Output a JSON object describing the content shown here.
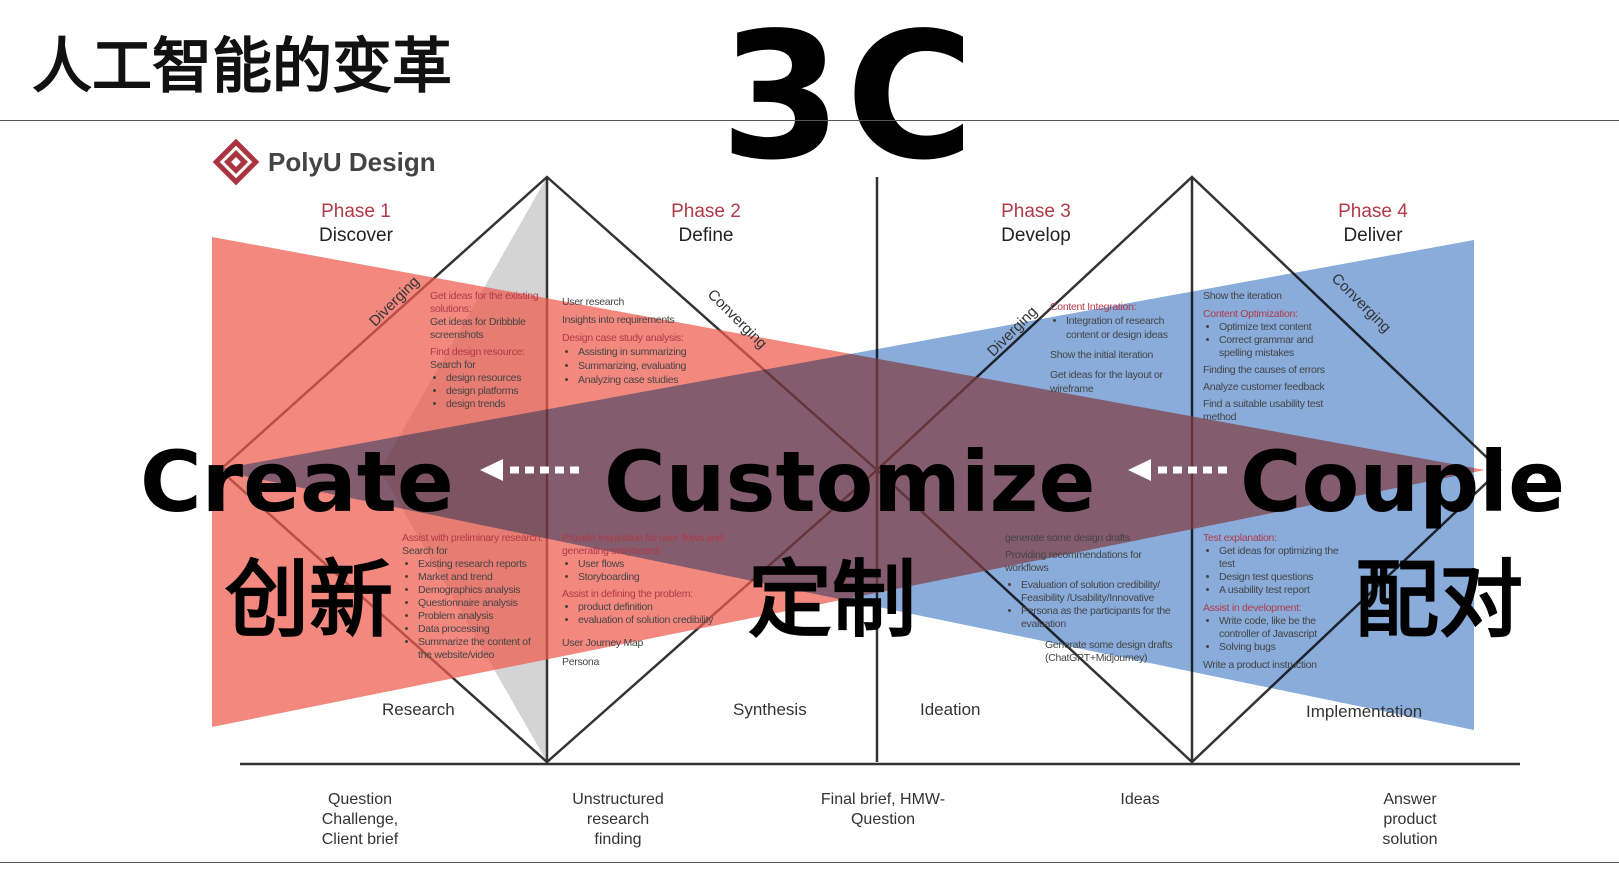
{
  "title": "人工智能的变革",
  "headline": "3C",
  "logo": "PolyU Design",
  "phases": [
    {
      "num": "Phase 1",
      "name": "Discover"
    },
    {
      "num": "Phase 2",
      "name": "Define"
    },
    {
      "num": "Phase 3",
      "name": "Develop"
    },
    {
      "num": "Phase 4",
      "name": "Deliver"
    }
  ],
  "diag_labels": {
    "d1": "Diverging",
    "c1": "Converging",
    "d2": "Diverging",
    "c2": "Converging"
  },
  "stages": [
    "Research",
    "Synthesis",
    "Ideation",
    "Implementation"
  ],
  "bottom": [
    "Question Challenge, Client brief",
    "Unstructured research finding",
    "Final brief, HMW-Question",
    "Ideas",
    "Answer product solution"
  ],
  "col1": {
    "h1": "Get ideas for the existing solutions:",
    "t1": "Get ideas for Dribbble screenshots",
    "h2": "Find design resource:",
    "t2": "Search for",
    "l2": [
      "design resources",
      "design platforms",
      "design trends"
    ],
    "h3": "Assist with preliminary research:",
    "t3": "Search for",
    "l3": [
      "Existing research reports",
      "Market and trend",
      "Demographics analysis",
      "Questionnaire analysis",
      "Problem analysis",
      "Data processing",
      "Summarize the content of the website/video"
    ]
  },
  "col2": {
    "a": "User research",
    "b": "Insights into requirements",
    "h1": "Design case study analysis:",
    "l1": [
      "Assisting in summarizing",
      "Summarizing, evaluating",
      "Analyzing case studies"
    ],
    "h2": "Provide inspiration for user flows and generating storyboard:",
    "l2": [
      "User flows",
      "Storyboarding"
    ],
    "h3": "Assist in defining the problem:",
    "l3": [
      "product definition",
      "evaluation of solution credibility"
    ],
    "c": "User Journey Map",
    "d": "Persona"
  },
  "col3": {
    "h1": "Content Integration:",
    "l1": [
      "Integration of research content or design ideas"
    ],
    "a": "Show the initial iteration",
    "b": "Get ideas for the layout or wireframe",
    "c": "generate some design drafts",
    "d": "Providing recommendations for workflows",
    "l2": [
      "Evaluation of solution credibility/ Feasibility /Usability/Innovative",
      "Persona as the participants for the evaluation"
    ],
    "e": "Generate some design drafts (ChatGPT+Midjourney)"
  },
  "col4": {
    "a": "Show the iteration",
    "h1": "Content Optimization:",
    "l1": [
      "Optimize text content",
      "Correct grammar and spelling mistakes"
    ],
    "b": "Finding the causes of errors",
    "c": "Analyze customer feedback",
    "d": "Find a suitable usability test method",
    "h2": "Test explanation:",
    "l2": [
      "Get ideas for optimizing the test",
      "Design test questions",
      "A usability test report"
    ],
    "h3": "Assist in development:",
    "l3": [
      "Write code, like be the controller of Javascript",
      "Solving bugs"
    ],
    "e": "Write a product instruction"
  },
  "words": [
    {
      "en": "Create",
      "cn": "创新"
    },
    {
      "en": "Customize",
      "cn": "定制"
    },
    {
      "en": "Couple",
      "cn": "配对"
    }
  ],
  "colors": {
    "red": "#ee5a4e",
    "blue": "#5b8ccc",
    "accent": "#b03a48"
  }
}
